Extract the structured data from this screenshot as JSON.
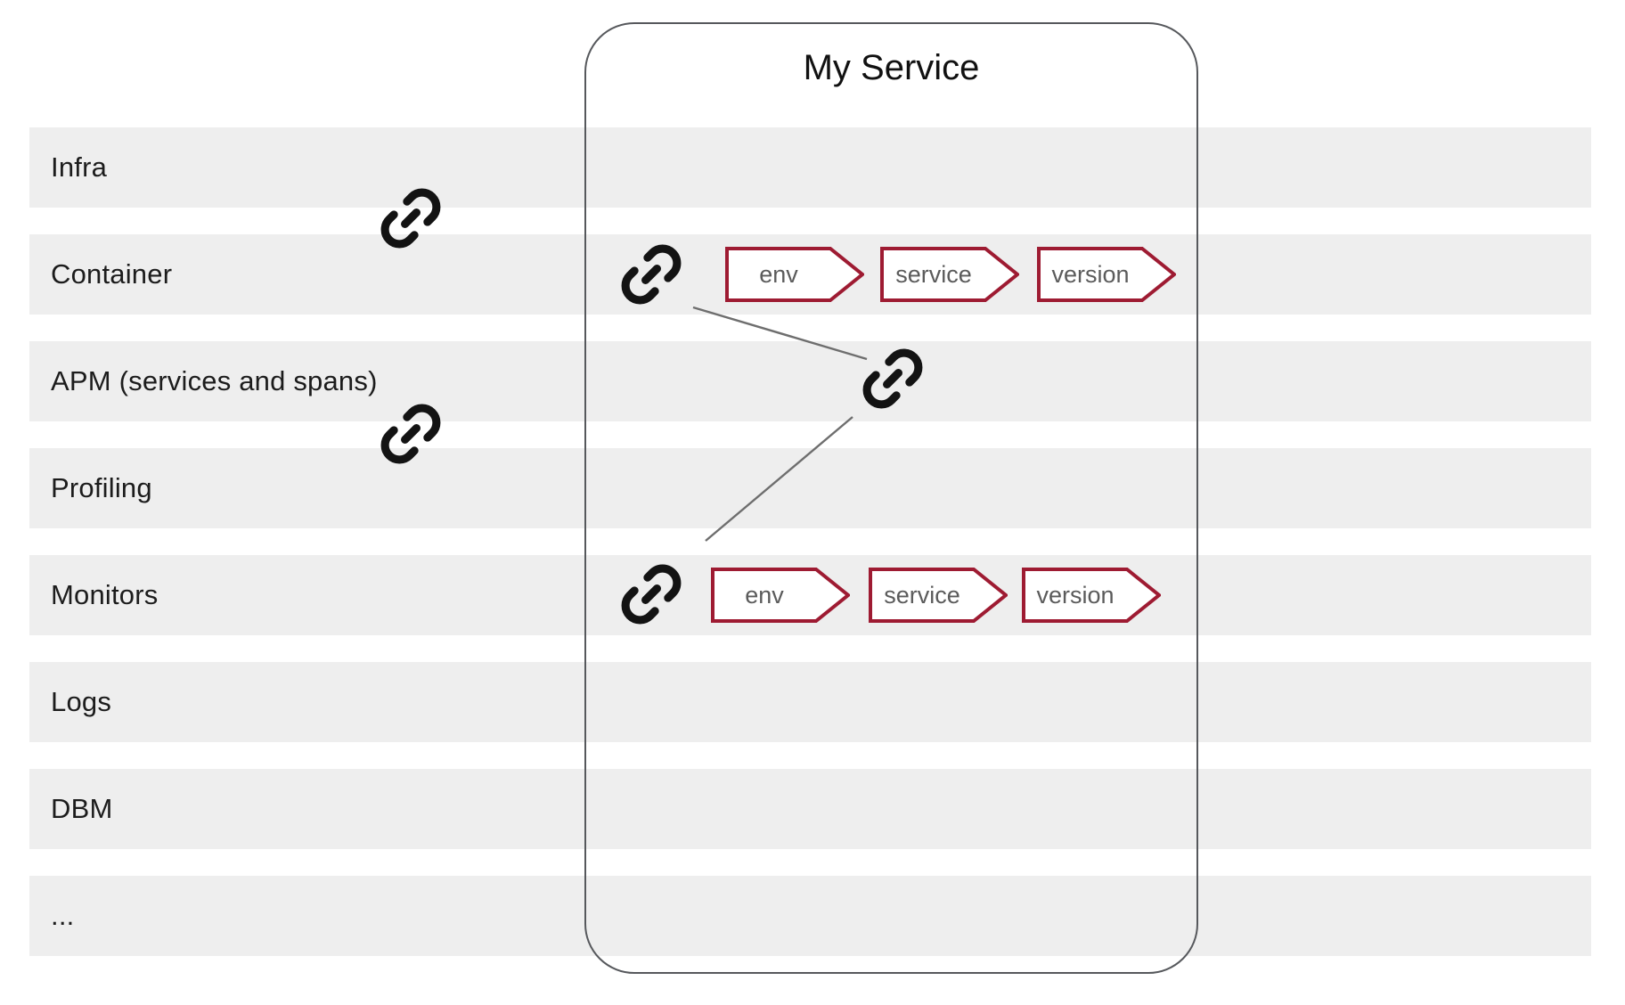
{
  "title": "My Service",
  "rows": [
    {
      "label": "Infra"
    },
    {
      "label": "Container"
    },
    {
      "label": "APM (services and spans)"
    },
    {
      "label": "Profiling"
    },
    {
      "label": "Monitors"
    },
    {
      "label": "Logs"
    },
    {
      "label": "DBM"
    },
    {
      "label": "..."
    }
  ],
  "tag_groups": [
    {
      "row": "Container",
      "tags": [
        {
          "label": "env"
        },
        {
          "label": "service"
        },
        {
          "label": "version"
        }
      ]
    },
    {
      "row": "Monitors",
      "tags": [
        {
          "label": "env"
        },
        {
          "label": "service"
        },
        {
          "label": "version"
        }
      ]
    }
  ],
  "icon_names": [
    "link-icon"
  ],
  "colors": {
    "band_background": "#eeeeee",
    "tag_border": "#9e1b32",
    "tag_text": "#5b5b5b",
    "box_border": "#56585c",
    "connector_line": "#6e6e6e",
    "link_icon": "#131313",
    "row_label_text": "#1c1c1c"
  }
}
